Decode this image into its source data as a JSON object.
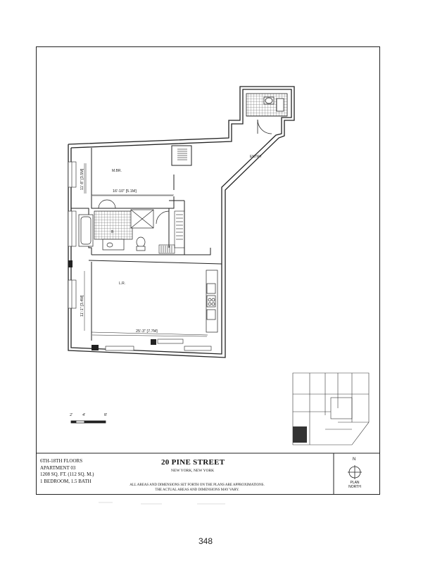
{
  "rooms": {
    "master_bedroom": "M.BR.",
    "living_room": "L.R.",
    "bath": "B",
    "entry": "ENTRY"
  },
  "dimensions": {
    "mbr_width": "16'-10\" [5.1M]",
    "mbr_depth": "11'-8\" [3.5M]",
    "lr_width": "25'-3\" [7.7M]",
    "lr_depth": "11'-1\" [3.4M]"
  },
  "scale_bar": {
    "marks": [
      "2'",
      "4'",
      "8'"
    ]
  },
  "title_block": {
    "floors": "6TH-18TH FLOORS",
    "apartment": "APARTMENT 03",
    "area": "1208 SQ. FT. (112 SQ. M.)",
    "bedrooms": "1 BEDROOM, 1.5 BATH",
    "building_name": "20 PINE STREET",
    "city": "NEW YORK, NEW YORK",
    "disclaimer_1": "ALL AREAS AND DIMENSIONS SET FORTH ON THE PLANS ARE APPROXIMATIONS.",
    "disclaimer_2": "THE ACTUAL AREAS AND DIMENSIONS MAY VARY.",
    "north_letter": "N",
    "north_caption_1": "PLAN",
    "north_caption_2": "NORTH"
  },
  "page_number": "348",
  "colors": {
    "ink": "#222222",
    "highlight_unit": "#333333"
  }
}
